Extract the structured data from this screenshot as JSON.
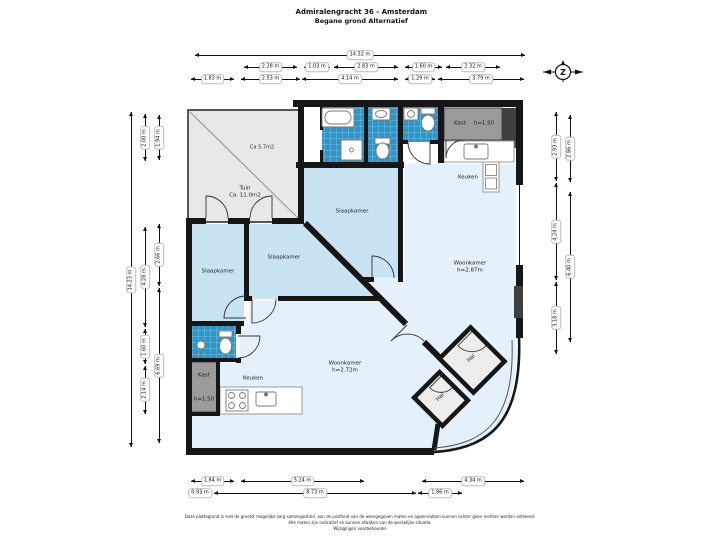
{
  "header": {
    "title": "Admiralengracht 36 - Amsterdam",
    "subtitle": "Begane grond Alternatief"
  },
  "compass": {
    "direction": "Z"
  },
  "rooms": {
    "tuin": {
      "label": "Tuin",
      "area": "Ca. 11.0m2",
      "area_note": "Ca 5.7m2"
    },
    "slaapkamer_1": {
      "label": "Slaapkamer"
    },
    "slaapkamer_2": {
      "label": "Slaapkamer"
    },
    "slaapkamer_3": {
      "label": "Slaapkamer"
    },
    "woonkamer_1": {
      "label": "Woonkamer",
      "ceiling": "h=2.87m"
    },
    "woonkamer_2": {
      "label": "Woonkamer",
      "ceiling": "h=2.72m"
    },
    "keuken_1": {
      "label": "Keuken"
    },
    "keuken_2": {
      "label": "Keuken"
    },
    "kast_1": {
      "label": "Kast",
      "ceiling": "h=1.50"
    },
    "kast_2": {
      "label": "Kast",
      "ceiling": "h=1.50"
    },
    "hal_1": {
      "label": "Hal"
    },
    "hal_2": {
      "label": "Hal"
    }
  },
  "dimensions": {
    "top_total": "14.32 m",
    "top_row2": [
      "2.28 m",
      "1.03 m",
      "2.83 m",
      "1.60 m",
      "2.32 m"
    ],
    "top_row3": [
      "1.83 m",
      "2.53 m",
      "4.14 m",
      "1.29 m",
      "3.79 m"
    ],
    "bottom_row1": [
      "1.84 m",
      "5.24 m",
      "4.34 m"
    ],
    "bottom_row2": [
      "0.93 m",
      "8.73 m",
      "1.86 m"
    ],
    "left_total": "14.23 m",
    "left_col1": [
      "2.00 m",
      "4.28 m",
      "1.60 m",
      "2.14 m"
    ],
    "left_col2": [
      "1.94 m",
      "2.66 m",
      "6.69 m"
    ],
    "right_col1": [
      "2.93 m",
      "4.24 m",
      "3.18 m"
    ],
    "right_col2": [
      "2.86 m",
      "6.40 m"
    ]
  },
  "colors": {
    "wall": "#161616",
    "bedroom_fill": "#c8e4f3",
    "living_fill": "#e4f1fa",
    "tile_fill": "#2b96ca",
    "outdoor_fill": "#e8e8e8",
    "closet_fill": "#9b9b9b"
  },
  "footer": {
    "line1": "Deze plattegrond is met de grootst mogelijke zorg samengesteld, aan de juistheid van de weergegeven maten en oppervlakten kunnen echter geen rechten worden ontleend.",
    "line2": "Alle maten zijn indicatief en kunnen afwijken van de werkelijke situatie.",
    "line3": "Wijzigingen voorbehouden"
  }
}
